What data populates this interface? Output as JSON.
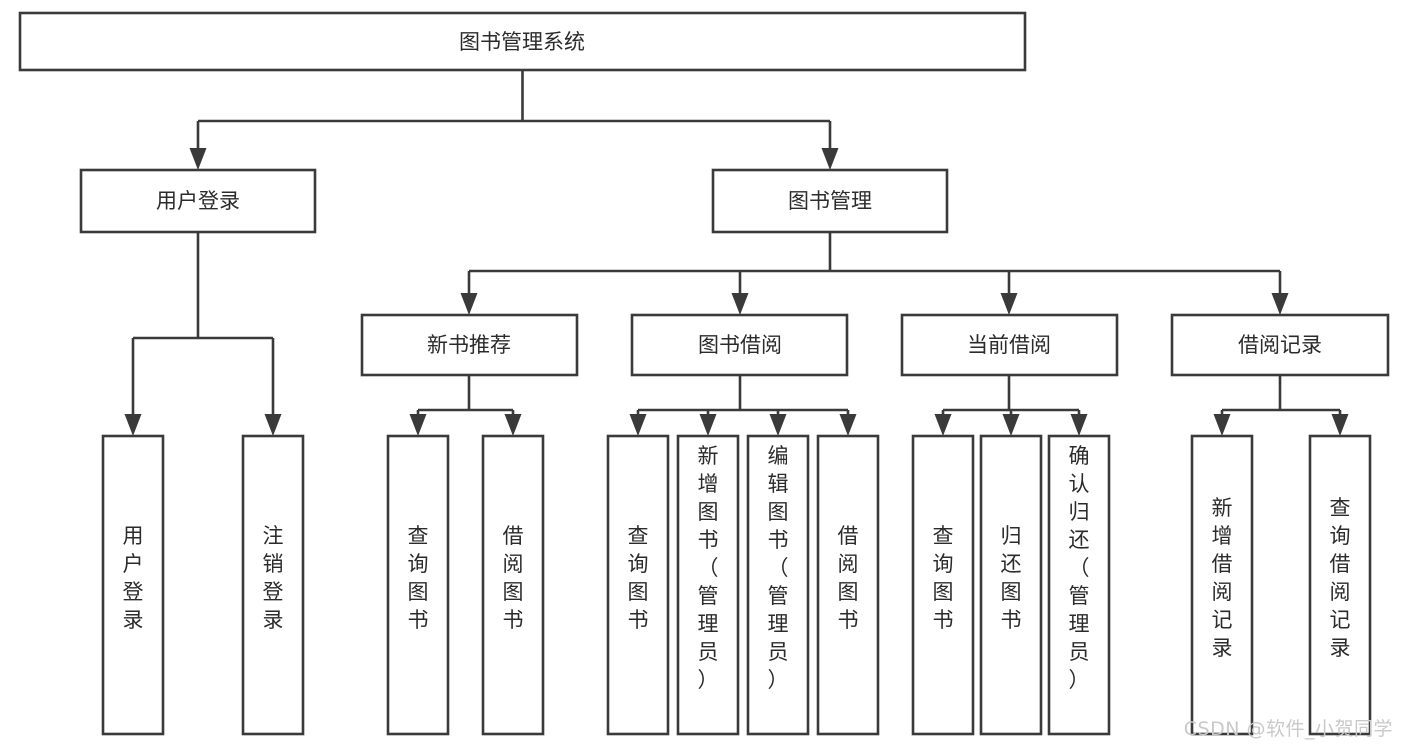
{
  "diagram": {
    "type": "tree-hierarchy",
    "title": "图书管理系统",
    "orientation": "top-down",
    "colors": {
      "background": "#ffffff",
      "box_fill": "#ffffff",
      "box_stroke": "#3a3a3a",
      "text": "#2b2b2b",
      "connector": "#3a3a3a",
      "watermark": "#c9c9c9"
    },
    "levels": [
      {
        "level": 1,
        "nodes": [
          {
            "id": "root",
            "label": "图书管理系统",
            "orientation": "horizontal"
          }
        ]
      },
      {
        "level": 2,
        "nodes": [
          {
            "id": "user-login",
            "label": "用户登录",
            "orientation": "horizontal",
            "parent": "root"
          },
          {
            "id": "book-management",
            "label": "图书管理",
            "orientation": "horizontal",
            "parent": "root"
          }
        ]
      },
      {
        "level": 3,
        "nodes": [
          {
            "id": "new-book-recommend",
            "label": "新书推荐",
            "orientation": "horizontal",
            "parent": "book-management"
          },
          {
            "id": "book-borrow",
            "label": "图书借阅",
            "orientation": "horizontal",
            "parent": "book-management"
          },
          {
            "id": "current-borrow",
            "label": "当前借阅",
            "orientation": "horizontal",
            "parent": "book-management"
          },
          {
            "id": "borrow-record",
            "label": "借阅记录",
            "orientation": "horizontal",
            "parent": "book-management"
          }
        ]
      },
      {
        "level": 4,
        "nodes": [
          {
            "id": "leaf-user-login",
            "label": "用户登录",
            "orientation": "vertical",
            "parent": "user-login"
          },
          {
            "id": "leaf-logout-login",
            "label": "注销登录",
            "orientation": "vertical",
            "parent": "user-login"
          },
          {
            "id": "leaf-query-book-1",
            "label": "查询图书",
            "orientation": "vertical",
            "parent": "new-book-recommend"
          },
          {
            "id": "leaf-borrow-book-1",
            "label": "借阅图书",
            "orientation": "vertical",
            "parent": "new-book-recommend"
          },
          {
            "id": "leaf-query-book-2",
            "label": "查询图书",
            "orientation": "vertical",
            "parent": "book-borrow"
          },
          {
            "id": "leaf-add-book",
            "label": "新增图书（管理员）",
            "orientation": "vertical",
            "parent": "book-borrow"
          },
          {
            "id": "leaf-edit-book",
            "label": "编辑图书（管理员）",
            "orientation": "vertical",
            "parent": "book-borrow"
          },
          {
            "id": "leaf-borrow-book-2",
            "label": "借阅图书",
            "orientation": "vertical",
            "parent": "book-borrow"
          },
          {
            "id": "leaf-query-book-3",
            "label": "查询图书",
            "orientation": "vertical",
            "parent": "current-borrow"
          },
          {
            "id": "leaf-return-book",
            "label": "归还图书",
            "orientation": "vertical",
            "parent": "current-borrow"
          },
          {
            "id": "leaf-confirm-return",
            "label": "确认归还（管理员）",
            "orientation": "vertical",
            "parent": "current-borrow"
          },
          {
            "id": "leaf-add-record",
            "label": "新增借阅记录",
            "orientation": "vertical",
            "parent": "borrow-record"
          },
          {
            "id": "leaf-query-record",
            "label": "查询借阅记录",
            "orientation": "vertical",
            "parent": "borrow-record"
          }
        ]
      }
    ]
  },
  "watermark": {
    "text": "CSDN @软件_小贺同学"
  }
}
